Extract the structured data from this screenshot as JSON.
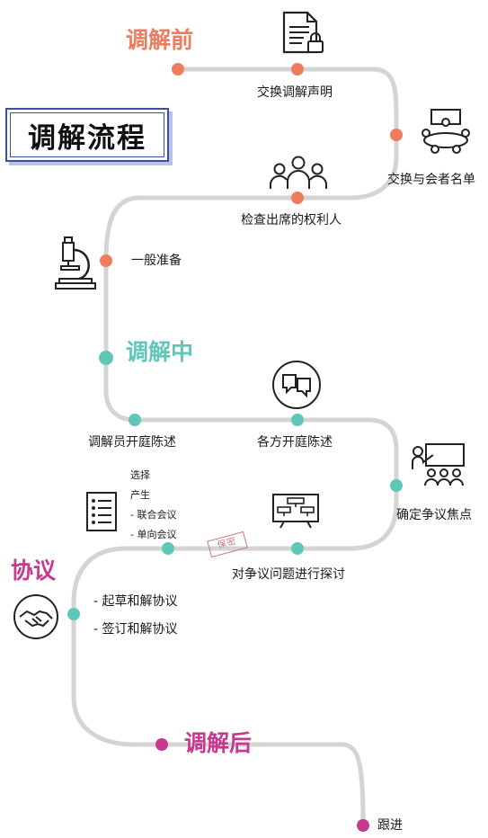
{
  "title": "调解流程",
  "colors": {
    "path": "#d4d4d4",
    "before": "#ee7c5e",
    "during": "#5fc7b8",
    "agreement": "#c8388e",
    "after": "#c8388e"
  },
  "phases": {
    "before": "调解前",
    "during": "调解中",
    "agreement": "协议",
    "after": "调解后"
  },
  "steps": {
    "exchange_statement": "交换调解声明",
    "exchange_attendees": "交换与会者名单",
    "check_rights": "检查出席的权利人",
    "general_prep": "一般准备",
    "mediator_statement": "调解员开庭陈述",
    "parties_statement": "各方开庭陈述",
    "identify_issues": "确定争议焦点",
    "discuss_issues": "对争议问题进行探讨",
    "option_choose": "选择",
    "option_produce": "产生",
    "option_joint": "- 联合会议",
    "option_single": "- 单向会议",
    "stamp": "保密",
    "draft": "- 起草和解协议",
    "sign": "- 签订和解协议",
    "follow_up": "跟进"
  },
  "icons": {
    "statement": "document-lock-icon",
    "attendees": "meeting-table-icon",
    "rights": "people-group-icon",
    "prep": "microscope-icon",
    "parties": "speech-bubbles-icon",
    "focus": "presentation-board-icon",
    "discuss": "flowchart-board-icon",
    "options": "checklist-icon",
    "agreement": "handshake-icon"
  }
}
